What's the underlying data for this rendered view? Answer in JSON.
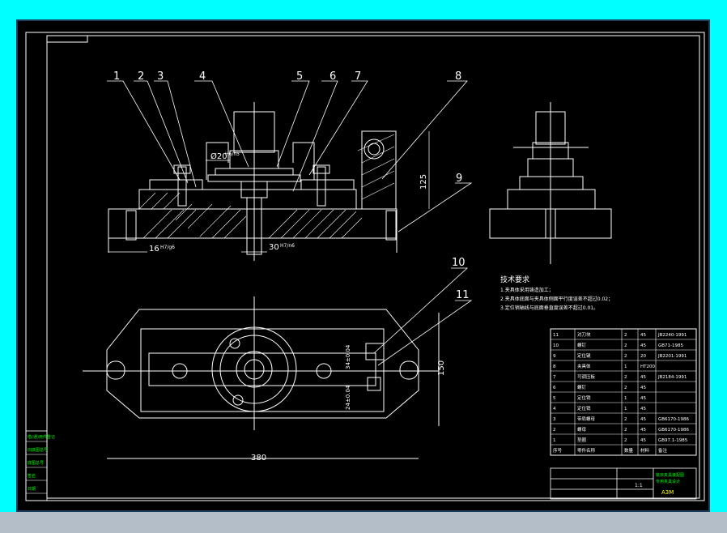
{
  "views": {
    "leader_numbers": [
      "1",
      "2",
      "3",
      "4",
      "5",
      "6",
      "7",
      "8",
      "9",
      "10",
      "11"
    ],
    "dimensions": {
      "left_fit": "16",
      "left_fit_tol": "H7/g6",
      "bore": "Ø20",
      "bore_tol": "H6/n5",
      "center_fit": "30",
      "center_fit_tol": "H7/n6",
      "height": "125",
      "depth": "150",
      "width": "380",
      "upper_dim": "34±0.04",
      "lower_dim": "24±0.04"
    }
  },
  "notes": {
    "title": "技术要求",
    "lines": [
      "1.夹具体采用铸造加工；",
      "2.夹具体底面与夹具体侧面平行度误差不超过0.02；",
      "3.定位销轴线与底面垂直度误差不超过0.01。"
    ]
  },
  "parts_list": {
    "rows": [
      {
        "no": "11",
        "name": "对刀块",
        "qty": "2",
        "material": "45",
        "std": "JB2240-1991"
      },
      {
        "no": "10",
        "name": "螺钉",
        "qty": "2",
        "material": "45",
        "std": "GB71-1985"
      },
      {
        "no": "9",
        "name": "定位键",
        "qty": "2",
        "material": "20",
        "std": "JB2201-1991"
      },
      {
        "no": "8",
        "name": "夹具体",
        "qty": "1",
        "material": "HT200",
        "std": ""
      },
      {
        "no": "7",
        "name": "可调压板",
        "qty": "2",
        "material": "45",
        "std": "JB2184-1991"
      },
      {
        "no": "6",
        "name": "螺钉",
        "qty": "2",
        "material": "45",
        "std": ""
      },
      {
        "no": "5",
        "name": "定位销",
        "qty": "1",
        "material": "45",
        "std": ""
      },
      {
        "no": "4",
        "name": "定位销",
        "qty": "1",
        "material": "45",
        "std": ""
      },
      {
        "no": "3",
        "name": "带肩螺母",
        "qty": "2",
        "material": "45",
        "std": "GB6170-1986"
      },
      {
        "no": "2",
        "name": "螺母",
        "qty": "2",
        "material": "45",
        "std": "GB6170-1986"
      },
      {
        "no": "1",
        "name": "垫圈",
        "qty": "2",
        "material": "45",
        "std": "GB97.1-1985"
      }
    ],
    "header": {
      "no": "序号",
      "name": "零件名称",
      "qty": "数量",
      "material": "材料",
      "remark": "备注"
    }
  },
  "title_block": {
    "drawing_name": "铣床夹具装配图",
    "drawing_sub": "专用夹具设计",
    "code": "A3M",
    "scale": "1:1"
  },
  "side_stamp": {
    "lines": [
      "借(通)用件登记",
      "旧底图总号",
      "底图总号",
      "签名",
      "日期"
    ]
  },
  "colors": {
    "background": "#000000",
    "line": "#ffffff",
    "table": "#ff00ff",
    "stamp": "#00ff00",
    "yellow": "#ffff00",
    "cyan": "#00ffff"
  }
}
